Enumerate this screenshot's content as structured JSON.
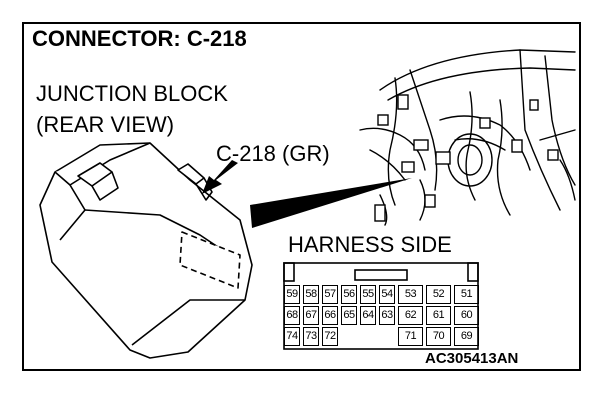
{
  "header": {
    "title": "CONNECTOR: C-218"
  },
  "labels": {
    "junction_line1": "JUNCTION BLOCK",
    "junction_line2": "(REAR VIEW)",
    "connector_callout": "C-218 (GR)",
    "harness_side": "HARNESS SIDE",
    "figure_code": "AC305413AN"
  },
  "connector": {
    "rows": [
      [
        "59",
        "58",
        "57",
        "56",
        "55",
        "54",
        "53",
        "52",
        "51"
      ],
      [
        "68",
        "67",
        "66",
        "65",
        "64",
        "63",
        "62",
        "61",
        "60"
      ],
      [
        "74",
        "73",
        "72",
        "",
        "",
        "",
        "71",
        "70",
        "69"
      ]
    ]
  }
}
